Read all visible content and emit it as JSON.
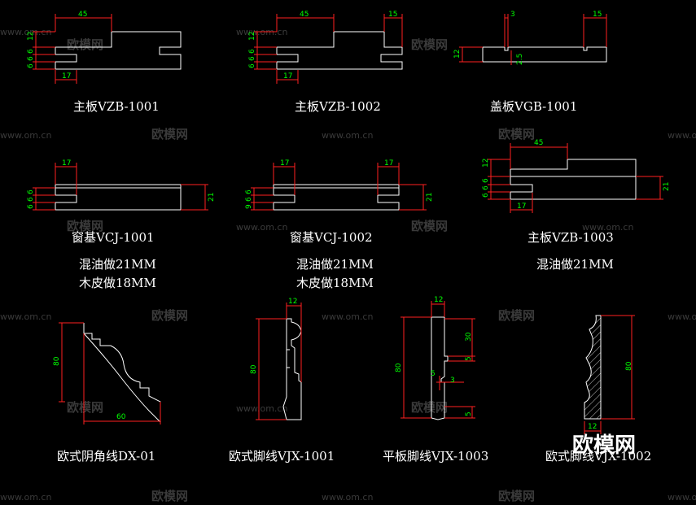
{
  "colors": {
    "background": "#000000",
    "outline": "#ffffff",
    "dimension_line": "#ff2020",
    "dimension_text": "#00ff00",
    "watermark": "#3a3a3a"
  },
  "captions": {
    "c1": "主板VZB-1001",
    "c2": "主板VZB-1002",
    "c3": "盖板VGB-1001",
    "c4a": "窗基VCJ-1001",
    "c4b": "混油做21MM",
    "c4c": "木皮做18MM",
    "c5a": "窗基VCJ-1002",
    "c5b": "混油做21MM",
    "c5c": "木皮做18MM",
    "c6a": "主板VZB-1003",
    "c6b": "混油做21MM",
    "c7": "欧式阴角线DX-01",
    "c8": "欧式脚线VJX-1001",
    "c9": "平板脚线VJX-1003",
    "c10": "欧式脚线VJX-1002"
  },
  "dims": {
    "d45": "45",
    "d17": "17",
    "d15": "15",
    "d12": "12",
    "d3": "3",
    "d25": "2.5",
    "d6": "6",
    "d9": "9",
    "d21": "21",
    "d80": "80",
    "d60": "60",
    "d30": "30",
    "d5": "5"
  },
  "watermark": {
    "site": "www.om.cn",
    "brand": "欧模网"
  },
  "logo": "欧模网"
}
